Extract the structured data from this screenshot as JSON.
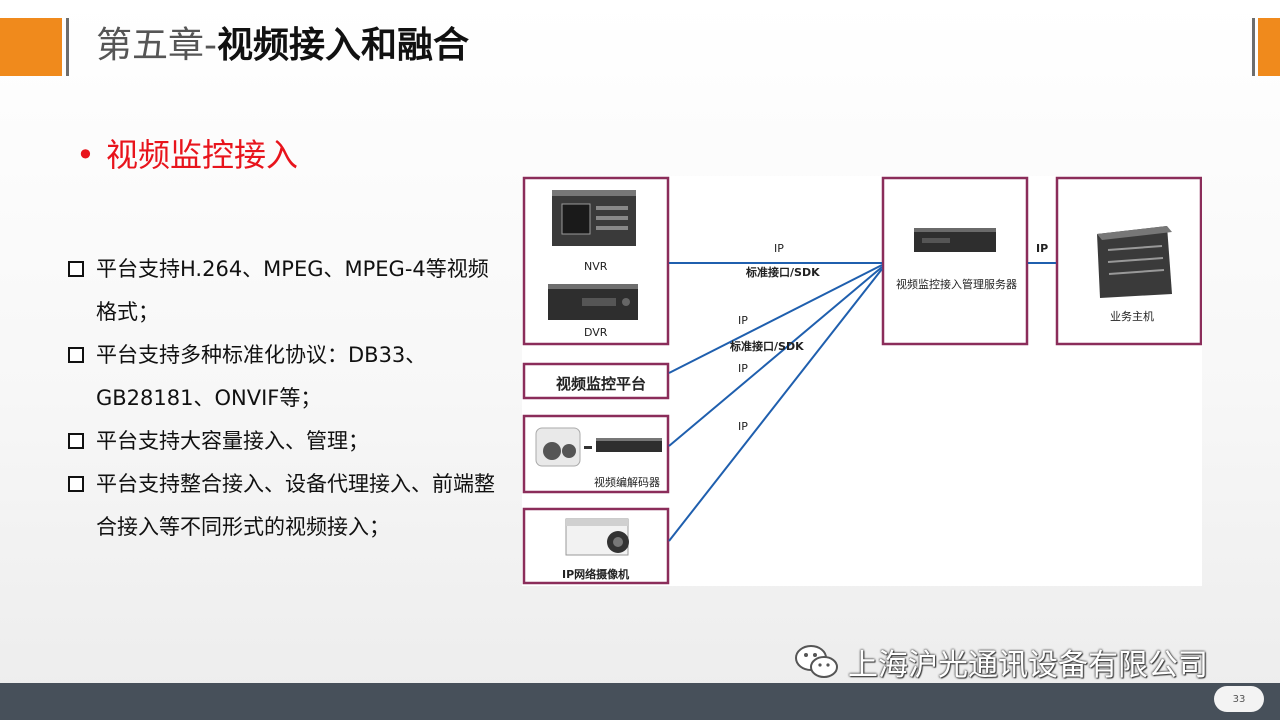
{
  "header": {
    "title_prefix": "第五章-",
    "title_main": "视频接入和融合"
  },
  "section": {
    "bullet_symbol": "•",
    "heading": "视频监控接入"
  },
  "bullets": [
    "平台支持H.264、MPEG、MPEG-4等视频格式；",
    "平台支持多种标准化协议：DB33、GB28181、ONVIF等；",
    "平台支持大容量接入、管理；",
    "平台支持整合接入、设备代理接入、前端整合接入等不同形式的视频接入；"
  ],
  "diagram": {
    "nvr": "NVR",
    "dvr": "DVR",
    "platform": "视频监控平台",
    "codec": "视频编解码器",
    "ip_camera": "IP网络摄像机",
    "server": "视频监控接入管理服务器",
    "host": "业务主机",
    "link1_ip": "IP",
    "link1_proto": "标准接口/SDK",
    "link2_ip": "IP",
    "link2_proto": "标准接口/SDK",
    "link3_ip": "IP",
    "link4_ip": "IP",
    "link5_ip": "IP",
    "colors": {
      "frame": "#8b2d5a",
      "link": "#1f5fae"
    }
  },
  "watermark": {
    "text": "上海沪光通讯设备有限公司",
    "icon": "wechat-icon"
  },
  "footer": {
    "page_number": "33"
  },
  "colors": {
    "accent": "#f08a1c",
    "heading_red": "#e8141c",
    "footer_bg": "#47505a"
  }
}
